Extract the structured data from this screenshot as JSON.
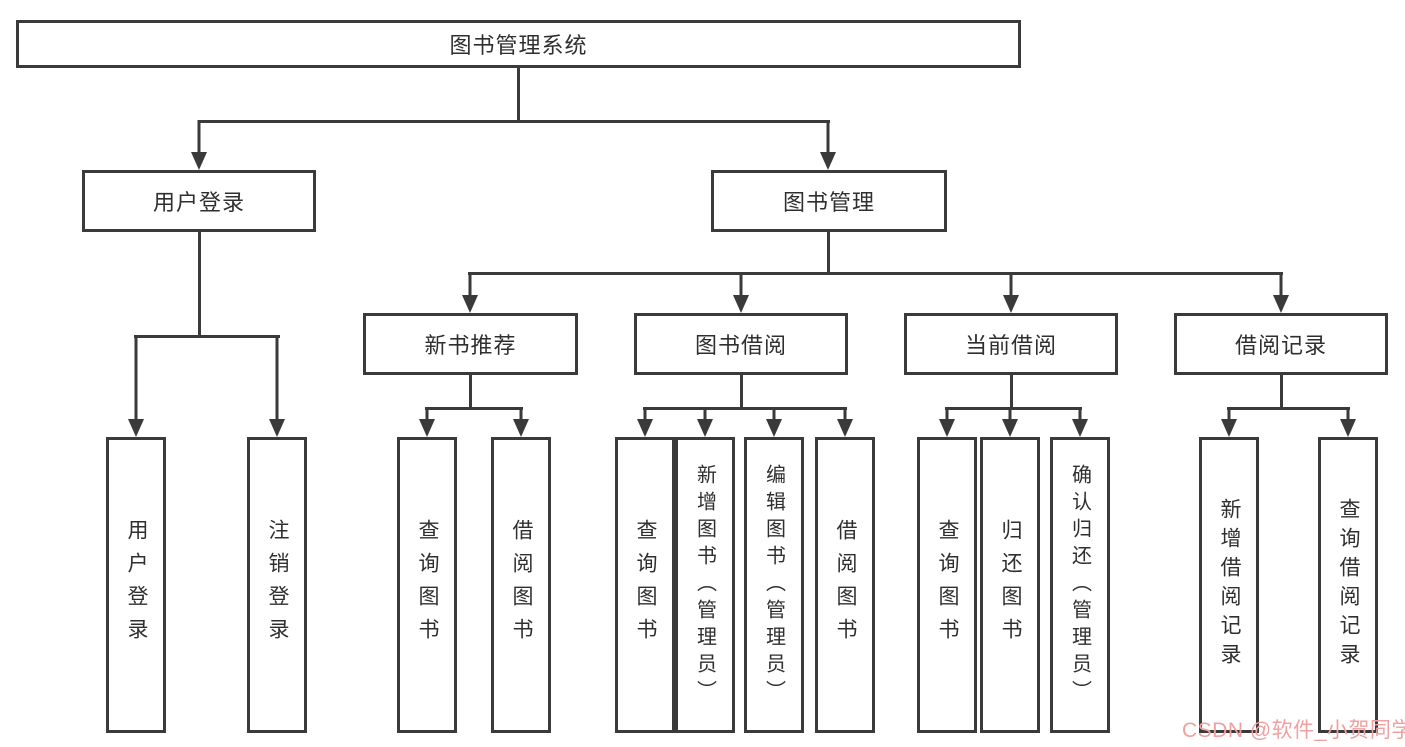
{
  "diagram": {
    "title": "图书管理系统",
    "branches": {
      "user_login": {
        "label": "用户登录",
        "children": {
          "login": "用户登录",
          "logout": "注销登录"
        }
      },
      "book_mgmt": {
        "label": "图书管理",
        "children": {
          "new_book_rec": {
            "label": "新书推荐",
            "children": {
              "query": "查询图书",
              "borrow": "借阅图书"
            }
          },
          "book_borrow": {
            "label": "图书借阅",
            "children": {
              "query": "查询图书",
              "add": "新增图书（管理员）",
              "edit": "编辑图书（管理员）",
              "borrow": "借阅图书"
            }
          },
          "current_borrow": {
            "label": "当前借阅",
            "children": {
              "query": "查询图书",
              "return": "归还图书",
              "confirm": "确认归还（管理员）"
            }
          },
          "borrow_records": {
            "label": "借阅记录",
            "children": {
              "add": "新增借阅记录",
              "query": "查询借阅记录"
            }
          }
        }
      }
    }
  },
  "watermark": {
    "text": "CSDN @软件_小贺同学"
  },
  "colors": {
    "line": "#3a3a3a",
    "border": "#3a3a3a",
    "text": "#2f2f2f",
    "watermark": "#f0a0a0",
    "background": "#ffffff"
  }
}
